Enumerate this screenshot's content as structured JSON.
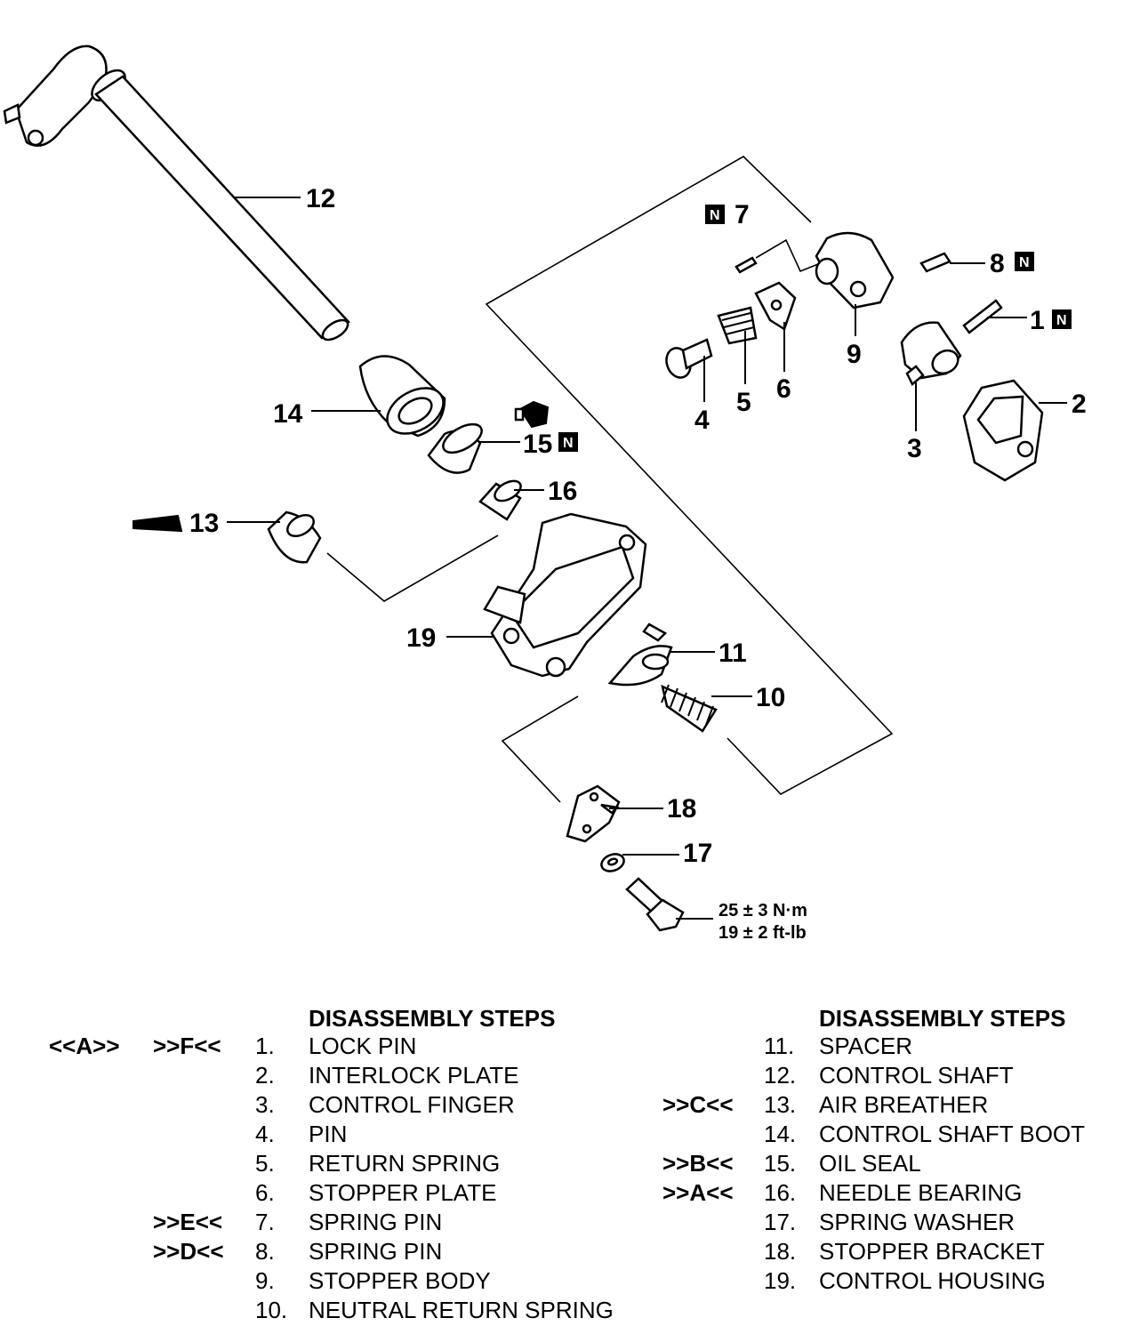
{
  "diagram": {
    "callouts": [
      {
        "id": "1",
        "label": "1",
        "new_part": true
      },
      {
        "id": "2",
        "label": "2",
        "new_part": false
      },
      {
        "id": "3",
        "label": "3",
        "new_part": false
      },
      {
        "id": "4",
        "label": "4",
        "new_part": false
      },
      {
        "id": "5",
        "label": "5",
        "new_part": false
      },
      {
        "id": "6",
        "label": "6",
        "new_part": false
      },
      {
        "id": "7",
        "label": "7",
        "new_part": true
      },
      {
        "id": "8",
        "label": "8",
        "new_part": true
      },
      {
        "id": "9",
        "label": "9",
        "new_part": false
      },
      {
        "id": "10",
        "label": "10",
        "new_part": false
      },
      {
        "id": "11",
        "label": "11",
        "new_part": false
      },
      {
        "id": "12",
        "label": "12",
        "new_part": false
      },
      {
        "id": "13",
        "label": "13",
        "new_part": false
      },
      {
        "id": "14",
        "label": "14",
        "new_part": false
      },
      {
        "id": "15",
        "label": "15",
        "new_part": true
      },
      {
        "id": "16",
        "label": "16",
        "new_part": false
      },
      {
        "id": "17",
        "label": "17",
        "new_part": false
      },
      {
        "id": "18",
        "label": "18",
        "new_part": false
      },
      {
        "id": "19",
        "label": "19",
        "new_part": false
      }
    ],
    "new_part_symbol": "N",
    "torque": {
      "metric": "25 ± 3 N·m",
      "imperial": "19 ± 2 ft-lb"
    }
  },
  "steps_left": {
    "heading": "DISASSEMBLY STEPS",
    "rows": [
      {
        "ref1": "<<A>>",
        "ref2": ">>F<<",
        "num": "1.",
        "name": "LOCK PIN"
      },
      {
        "ref1": "",
        "ref2": "",
        "num": "2.",
        "name": "INTERLOCK PLATE"
      },
      {
        "ref1": "",
        "ref2": "",
        "num": "3.",
        "name": "CONTROL FINGER"
      },
      {
        "ref1": "",
        "ref2": "",
        "num": "4.",
        "name": "PIN"
      },
      {
        "ref1": "",
        "ref2": "",
        "num": "5.",
        "name": "RETURN SPRING"
      },
      {
        "ref1": "",
        "ref2": "",
        "num": "6.",
        "name": "STOPPER PLATE"
      },
      {
        "ref1": "",
        "ref2": ">>E<<",
        "num": "7.",
        "name": "SPRING PIN"
      },
      {
        "ref1": "",
        "ref2": ">>D<<",
        "num": "8.",
        "name": "SPRING PIN"
      },
      {
        "ref1": "",
        "ref2": "",
        "num": "9.",
        "name": "STOPPER BODY"
      },
      {
        "ref1": "",
        "ref2": "",
        "num": "10.",
        "name": "NEUTRAL RETURN SPRING"
      }
    ]
  },
  "steps_right": {
    "heading": "DISASSEMBLY STEPS",
    "rows": [
      {
        "ref": "",
        "num": "11.",
        "name": "SPACER"
      },
      {
        "ref": "",
        "num": "12.",
        "name": "CONTROL SHAFT"
      },
      {
        "ref": ">>C<<",
        "num": "13.",
        "name": "AIR BREATHER"
      },
      {
        "ref": "",
        "num": "14.",
        "name": "CONTROL SHAFT BOOT"
      },
      {
        "ref": ">>B<<",
        "num": "15.",
        "name": "OIL SEAL"
      },
      {
        "ref": ">>A<<",
        "num": "16.",
        "name": "NEEDLE BEARING"
      },
      {
        "ref": "",
        "num": "17.",
        "name": "SPRING WASHER"
      },
      {
        "ref": "",
        "num": "18.",
        "name": "STOPPER BRACKET"
      },
      {
        "ref": "",
        "num": "19.",
        "name": "CONTROL HOUSING"
      }
    ]
  }
}
